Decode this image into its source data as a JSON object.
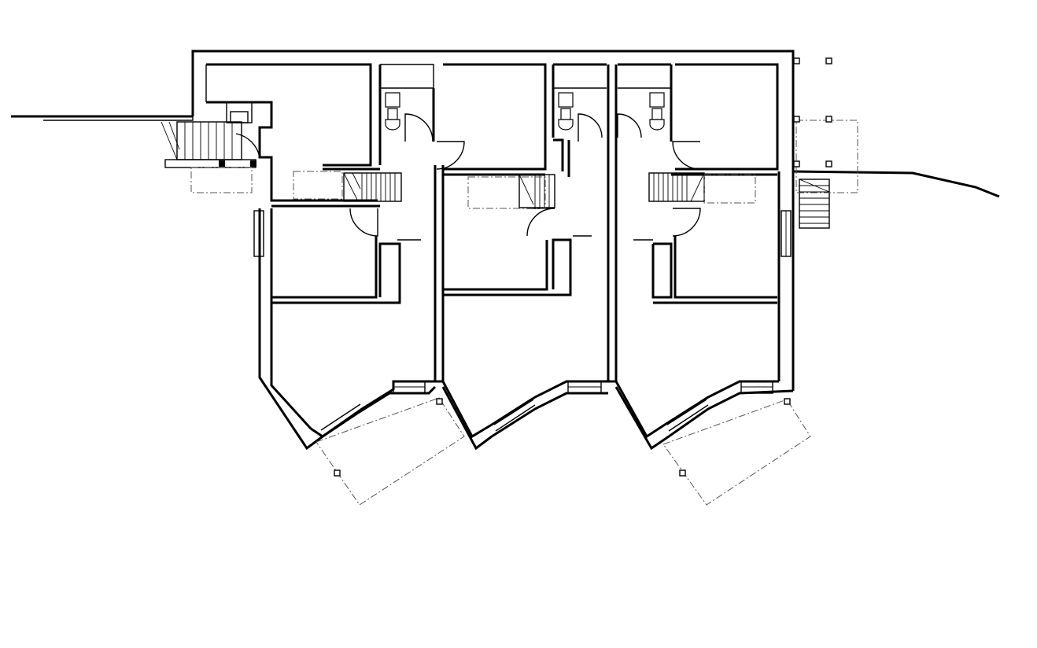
{
  "plan": {
    "units": [
      {
        "id": "unit-1"
      },
      {
        "id": "unit-2"
      },
      {
        "id": "unit-3"
      }
    ]
  }
}
